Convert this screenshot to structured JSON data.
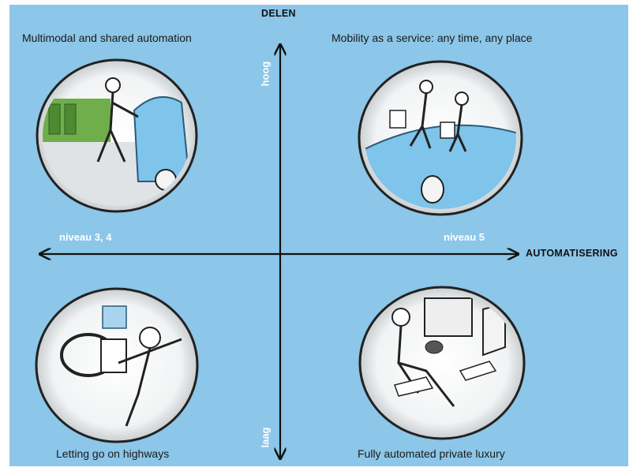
{
  "axes": {
    "vertical_title": "DELEN",
    "horizontal_title": "AUTOMATISERING",
    "top_label": "hoog",
    "bottom_label": "laag",
    "left_label": "niveau 3, 4",
    "right_label": "niveau 5"
  },
  "quadrants": {
    "top_left": "Multimodal and shared automation",
    "top_right": "Mobility as a service: any time, any place",
    "bottom_left": "Letting go on highways",
    "bottom_right": "Fully automated private luxury"
  },
  "colors": {
    "background": "#8cc6e8",
    "axis": "#111111"
  }
}
